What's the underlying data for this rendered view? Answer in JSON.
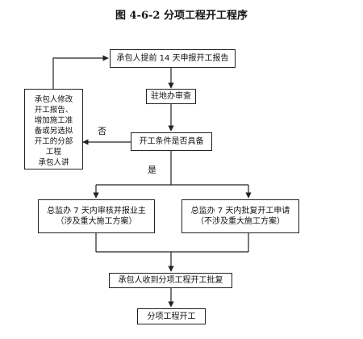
{
  "title": "图 4-6-2 分项工程开工程序",
  "nodes": {
    "submit_report": "承包人提前 14 天申报开工报告",
    "site_office_review": "驻地办审查",
    "conditions_check": "开工条件是否具备",
    "contractor_revise": "承包人修改\n开工报告、\n增加施工准\n备或另选拟\n开工的分部\n工程\n承包人讲",
    "chief_supervisor_review_owner": "总监办 7 天内审核并报业主\n（涉及重大施工方案）",
    "chief_supervisor_approve": "总监办 7 天内批复开工申请\n（不涉及重大施工方案）",
    "contractor_receives": "承包人收到分项工程开工批复",
    "start_work": "分项工程开工"
  },
  "edge_labels": {
    "no": "否",
    "yes": "是"
  }
}
